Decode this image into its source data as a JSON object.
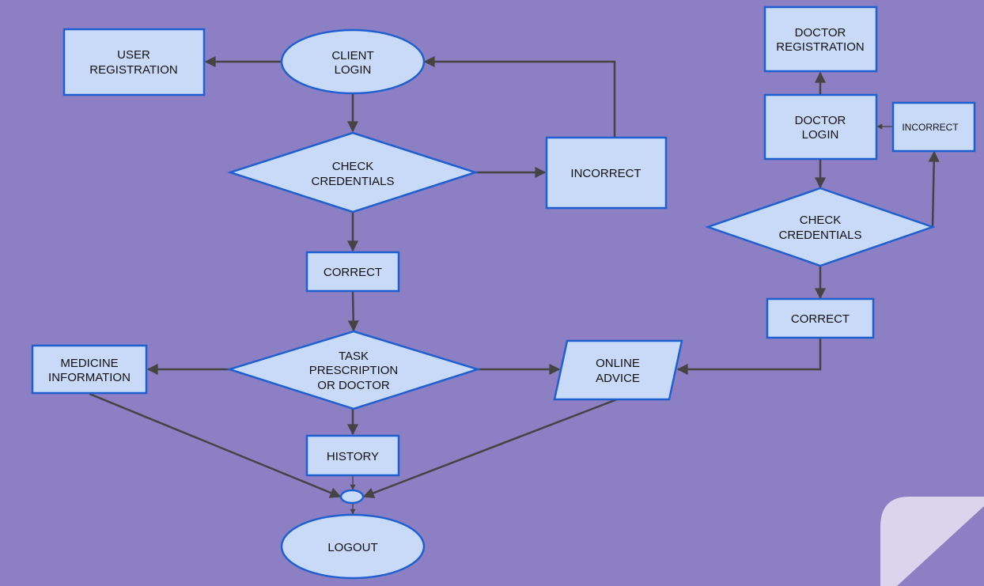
{
  "colors": {
    "background": "#8c7fc3",
    "node_fill": "#c9daf8",
    "node_stroke": "#1f5fd0",
    "edge": "#444444",
    "page_curl": "#dad5ec"
  },
  "nodes": {
    "user_registration": [
      "USER",
      "REGISTRATION"
    ],
    "client_login": [
      "CLIENT",
      "LOGIN"
    ],
    "check_credentials_client": [
      "CHECK",
      "CREDENTIALS"
    ],
    "incorrect_client": [
      "INCORRECT"
    ],
    "correct_client": [
      "CORRECT"
    ],
    "task": [
      "TASK",
      "PRESCRIPTION",
      "OR DOCTOR"
    ],
    "medicine_information": [
      "MEDICINE",
      "INFORMATION"
    ],
    "online_advice": [
      "ONLINE",
      "ADVICE"
    ],
    "history": [
      "HISTORY"
    ],
    "logout": [
      "LOGOUT"
    ],
    "doctor_registration": [
      "DOCTOR",
      "REGISTRATION"
    ],
    "doctor_login": [
      "DOCTOR",
      "LOGIN"
    ],
    "incorrect_doctor": [
      "INCORRECT"
    ],
    "check_credentials_doctor": [
      "CHECK",
      "CREDENTIALS"
    ],
    "correct_doctor": [
      "CORRECT"
    ]
  }
}
